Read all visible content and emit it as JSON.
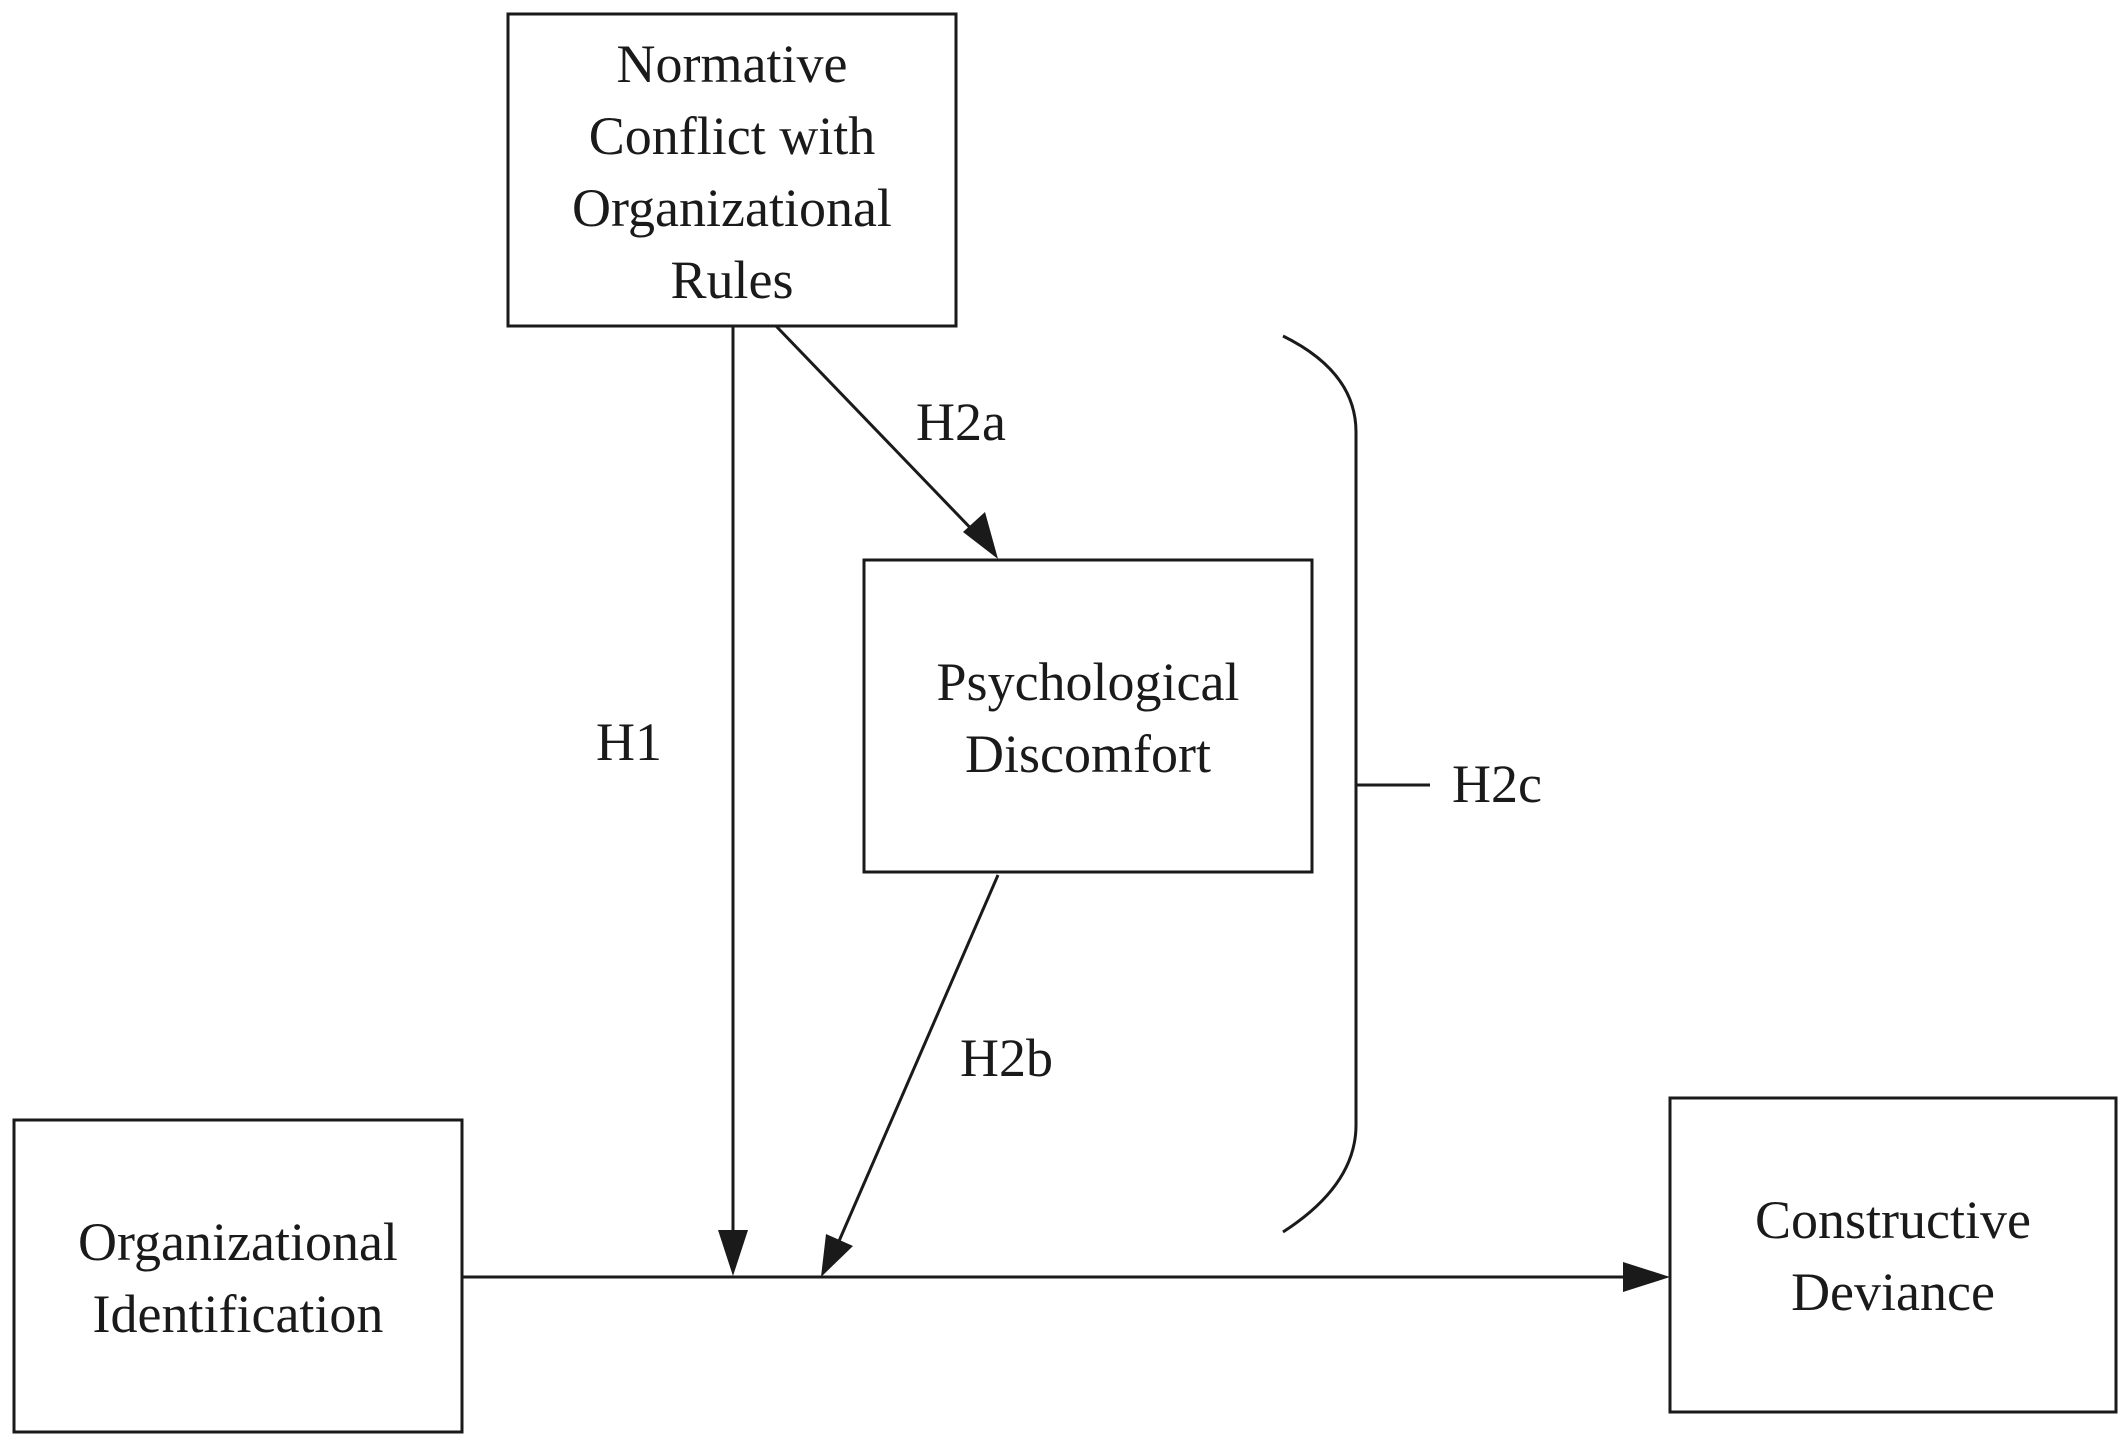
{
  "nodes": {
    "normative_conflict": {
      "lines": [
        "Normative",
        "Conflict with",
        "Organizational",
        "Rules"
      ]
    },
    "psychological_discomfort": {
      "lines": [
        "Psychological",
        "Discomfort"
      ]
    },
    "organizational_identification": {
      "lines": [
        "Organizational",
        "Identification"
      ]
    },
    "constructive_deviance": {
      "lines": [
        "Constructive",
        "Deviance"
      ]
    }
  },
  "hypotheses": {
    "h1": "H1",
    "h2a": "H2a",
    "h2b": "H2b",
    "h2c": "H2c"
  },
  "colors": {
    "stroke": "#1a1a1a",
    "background": "#ffffff"
  }
}
